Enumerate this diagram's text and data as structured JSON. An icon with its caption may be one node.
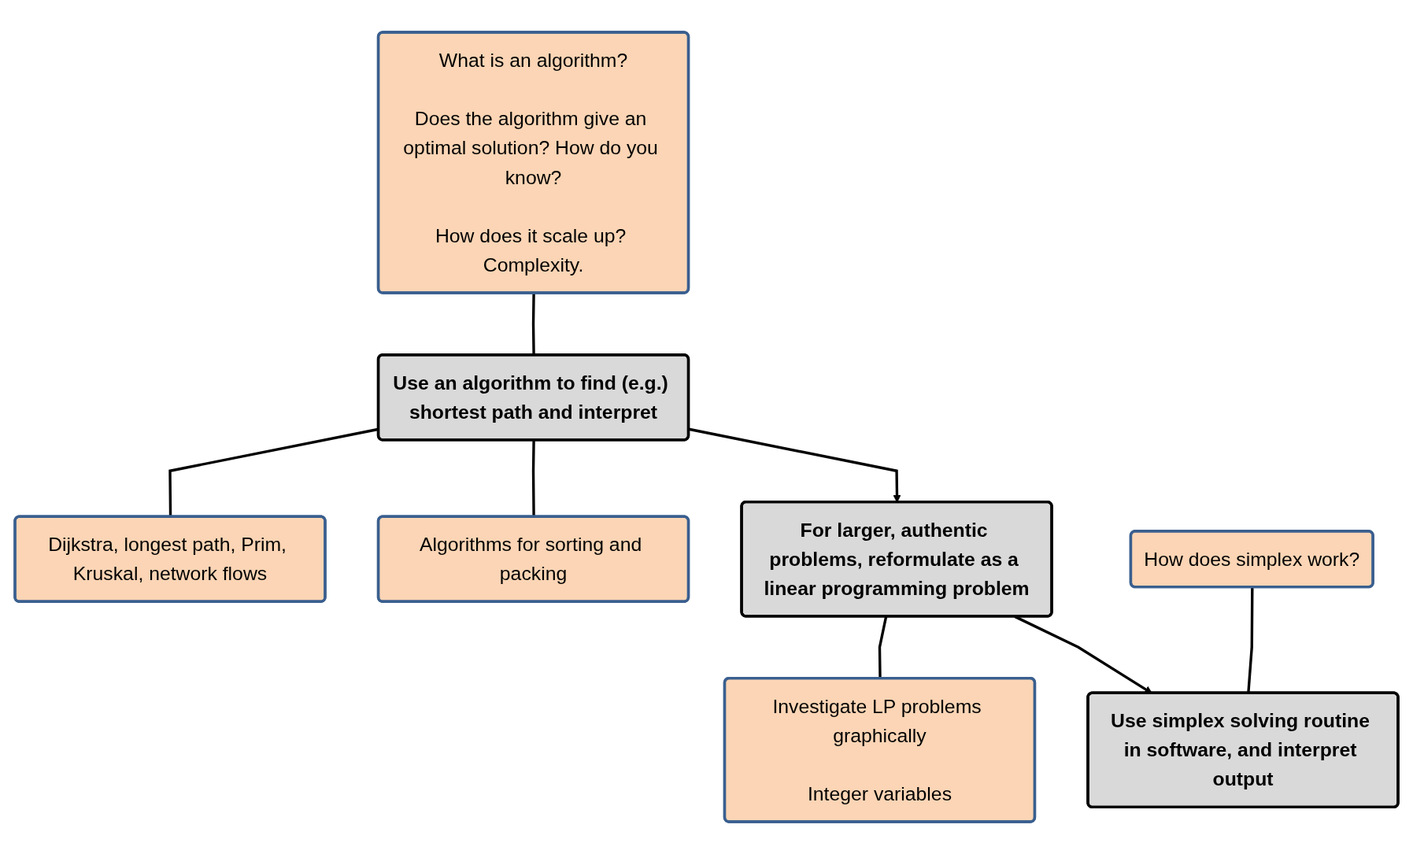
{
  "diagram": {
    "nodes": [
      {
        "text": [
          "What is an algorithm?",
          "Does the algorithm give an optimal solution? How do you know?",
          "How does it scale up? Complexity."
        ]
      },
      {
        "text": [
          "Use an algorithm to find (e.g.) shortest path and interpret"
        ]
      },
      {
        "text": [
          "Dijkstra, longest path, Prim, Kruskal, network flows"
        ]
      },
      {
        "text": [
          "Algorithms for sorting and packing"
        ]
      },
      {
        "text": [
          "For larger, authentic problems, reformulate as a linear programming problem"
        ]
      },
      {
        "text": [
          "Investigate LP problems graphically",
          "Integer variables"
        ]
      },
      {
        "text": [
          "How does simplex work?"
        ]
      },
      {
        "text": [
          "Use simplex solving routine in software, and interpret output"
        ]
      }
    ],
    "edges": [
      {
        "from": 0,
        "to": 1,
        "arrow": "none"
      },
      {
        "from": 1,
        "to": 2,
        "arrow": "none"
      },
      {
        "from": 1,
        "to": 3,
        "arrow": "none"
      },
      {
        "from": 1,
        "to": 4,
        "arrow": "to"
      },
      {
        "from": 4,
        "to": 5,
        "arrow": "none"
      },
      {
        "from": 4,
        "to": 7,
        "arrow": "to"
      },
      {
        "from": 6,
        "to": 7,
        "arrow": "none"
      }
    ]
  }
}
